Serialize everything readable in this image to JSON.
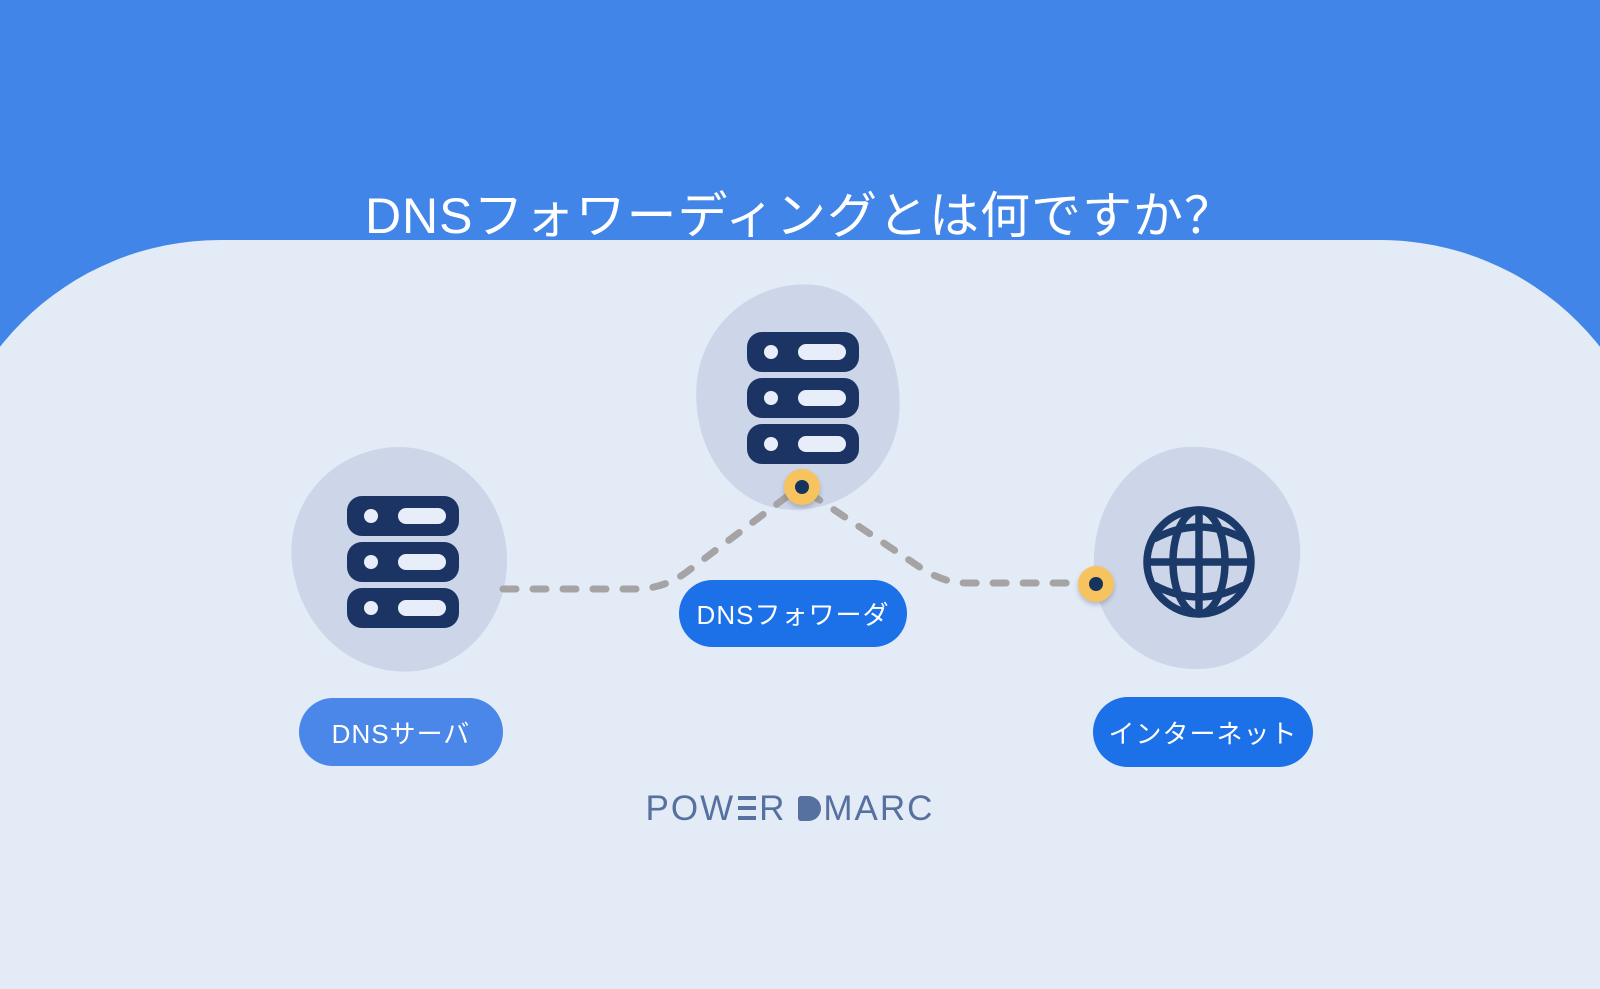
{
  "title": "DNSフォワーディングとは何ですか？",
  "diagram": {
    "nodes": [
      {
        "label": "DNSサーバ",
        "icon": "server"
      },
      {
        "label": "DNSフォワーダ",
        "icon": "server"
      },
      {
        "label": "インターネット",
        "icon": "globe"
      }
    ]
  },
  "logo": {
    "part_pow": "POW",
    "part_r": "R",
    "part_marc": "MARC"
  },
  "colors": {
    "header_blue": "#4285e8",
    "panel_bg": "#e3ebf7",
    "blob_bg": "#ccd6e8",
    "icon_navy": "#1b3463",
    "label_blue_light": "#4a87e9",
    "label_blue_deep": "#1c70e8",
    "connector_gray": "#a5a3a3",
    "dot_yellow": "#f7c35e",
    "dot_core_navy": "#16335e",
    "logo_slate": "#56719f"
  }
}
